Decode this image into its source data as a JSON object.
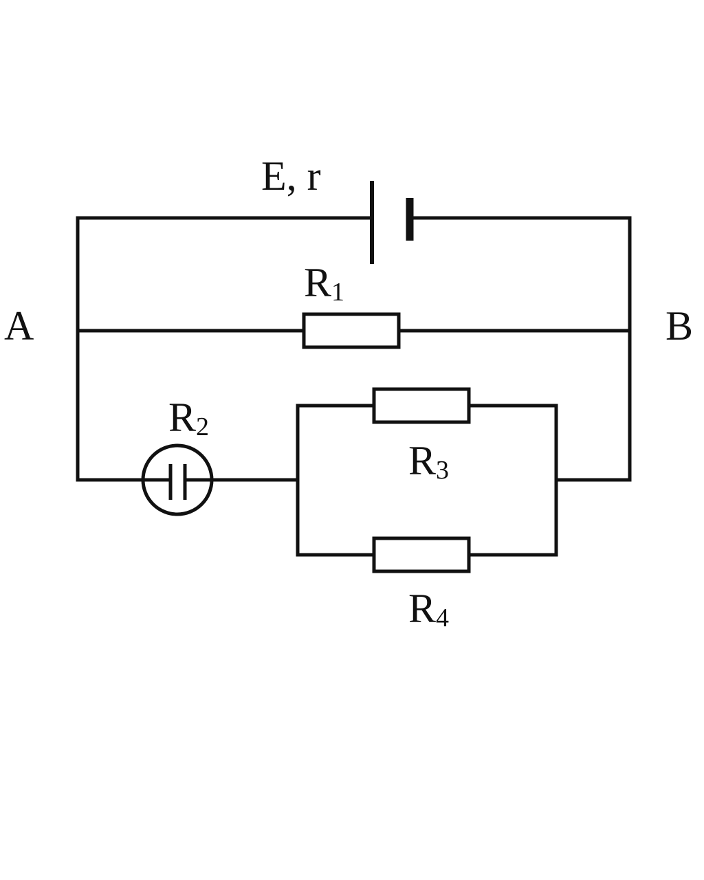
{
  "diagram": {
    "source_label": "E, r",
    "node_a": "A",
    "node_b": "B",
    "resistors": [
      {
        "letter": "R",
        "index": "1"
      },
      {
        "letter": "R",
        "index": "2"
      },
      {
        "letter": "R",
        "index": "3"
      },
      {
        "letter": "R",
        "index": "4"
      }
    ]
  },
  "colors": {
    "wire": "#111111",
    "background": "#ffffff"
  }
}
